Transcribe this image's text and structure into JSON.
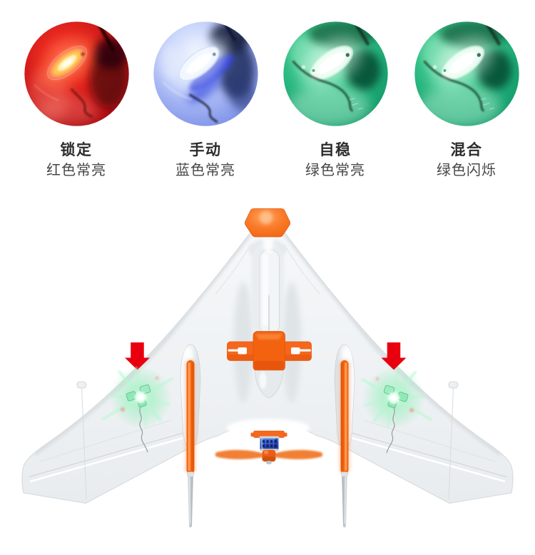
{
  "page": {
    "background": "#ffffff",
    "description": "LED flight-mode indicator guide with aircraft top view"
  },
  "colors": {
    "accent_orange": "#f4671d",
    "arrow_red": "#e8000f",
    "led_red": "#e7281f",
    "led_blue": "#9fb0f2",
    "led_green": "#2fbe83",
    "title_text": "#2d2d2d",
    "subtitle_text": "#464646"
  },
  "modes": [
    {
      "title": "锁定",
      "subtitle": "红色常亮",
      "led": "red-solid"
    },
    {
      "title": "手动",
      "subtitle": "蓝色常亮",
      "led": "blue-solid"
    },
    {
      "title": "自稳",
      "subtitle": "绿色常亮",
      "led": "green-solid"
    },
    {
      "title": "混合",
      "subtitle": "绿色闪烁",
      "led": "green-flashing"
    }
  ],
  "icons": {
    "left_arrow": "down-arrow-icon",
    "right_arrow": "down-arrow-icon",
    "left_led": "led-glow-icon",
    "right_led": "led-glow-icon"
  }
}
